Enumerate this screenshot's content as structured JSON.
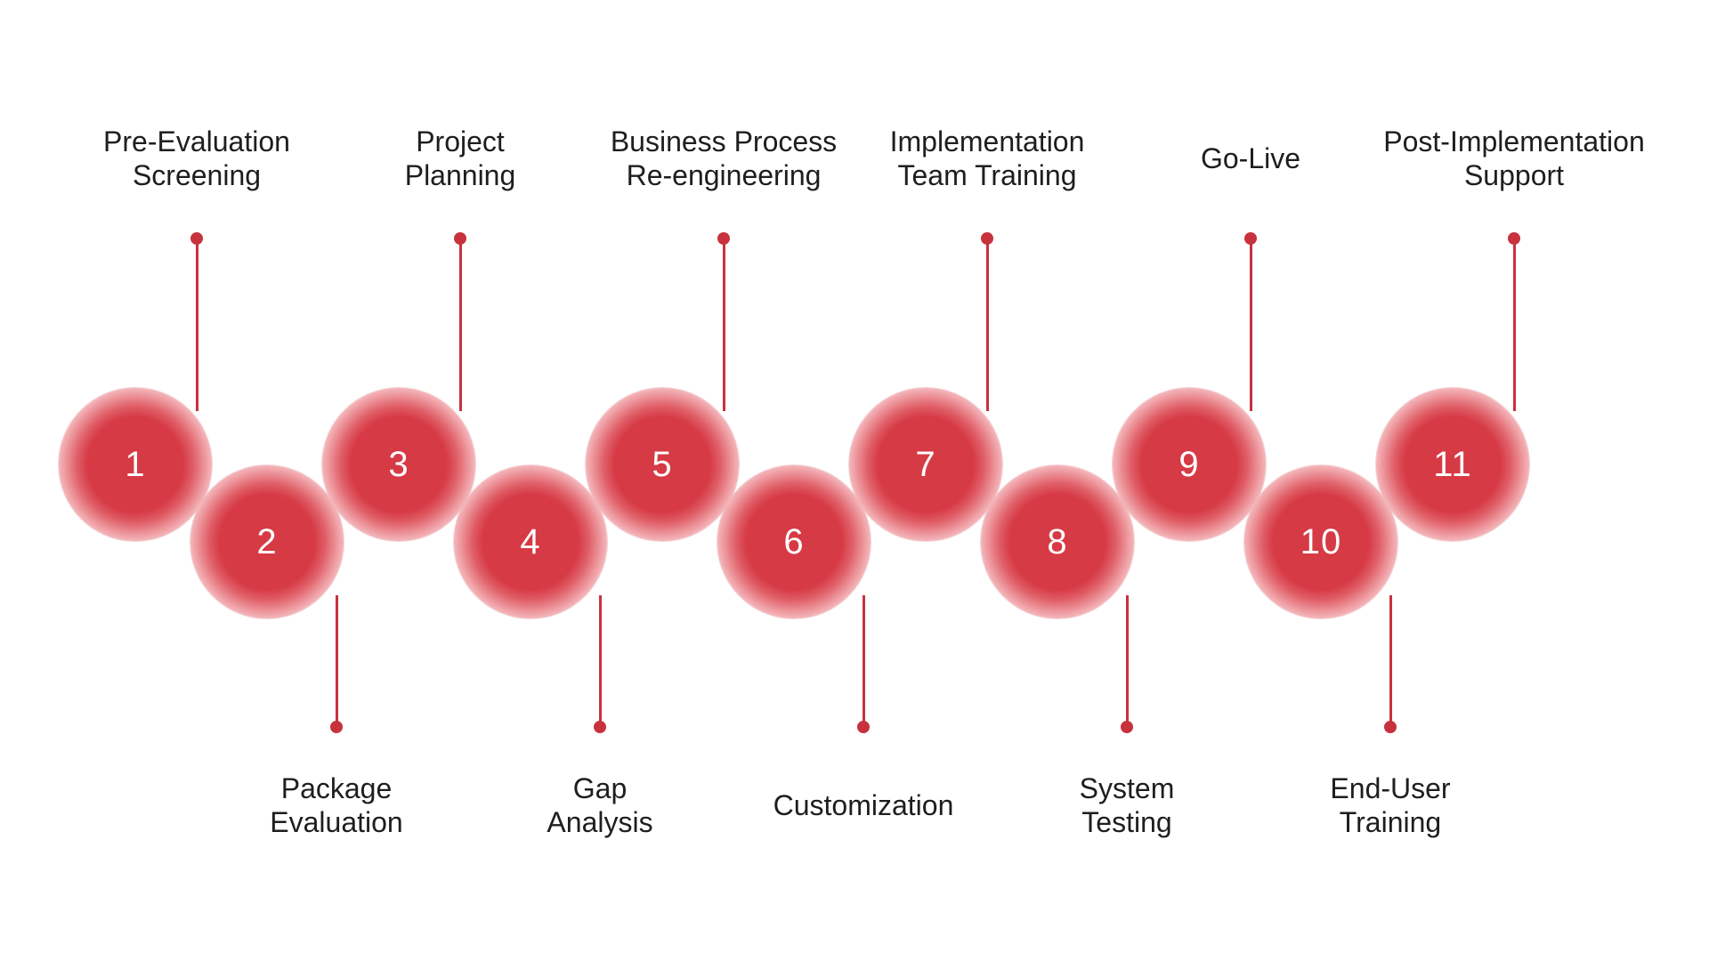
{
  "colors": {
    "accent": "#d63a45",
    "connector": "#c8323d",
    "label_text": "#1e1e1e",
    "number_text": "#ffffff"
  },
  "steps": [
    {
      "number": "1",
      "label": "Pre-Evaluation\nScreening"
    },
    {
      "number": "2",
      "label": "Package\nEvaluation"
    },
    {
      "number": "3",
      "label": "Project\nPlanning"
    },
    {
      "number": "4",
      "label": "Gap\nAnalysis"
    },
    {
      "number": "5",
      "label": "Business Process\nRe-engineering"
    },
    {
      "number": "6",
      "label": "Customization"
    },
    {
      "number": "7",
      "label": "Implementation\nTeam Training"
    },
    {
      "number": "8",
      "label": "System\nTesting"
    },
    {
      "number": "9",
      "label": "Go-Live"
    },
    {
      "number": "10",
      "label": "End-User\nTraining"
    },
    {
      "number": "11",
      "label": "Post-Implementation\nSupport"
    }
  ]
}
